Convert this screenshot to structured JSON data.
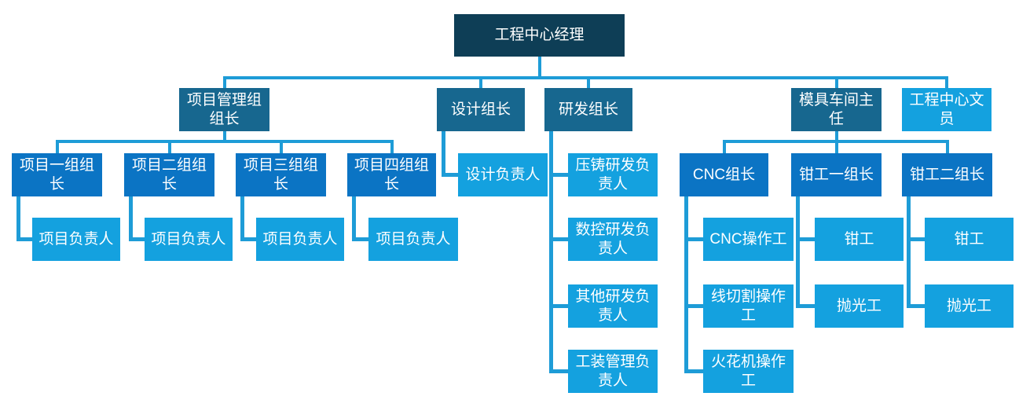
{
  "org_chart": {
    "palette": {
      "level1_fill": "#0e3e56",
      "level2_fill": "#17678f",
      "level3_fill": "#0b74c4",
      "leaf_fill": "#14a1df",
      "connector": "#1e9cd7",
      "text": "#ffffff",
      "background": "#ffffff"
    },
    "nodes": [
      {
        "id": "manager",
        "label": "工程中心经理",
        "parent": null,
        "role": "level1"
      },
      {
        "id": "pm_lead",
        "label": "项目管理组组长",
        "parent": "manager",
        "role": "level2"
      },
      {
        "id": "design_lead",
        "label": "设计组长",
        "parent": "manager",
        "role": "level2"
      },
      {
        "id": "rd_lead",
        "label": "研发组长",
        "parent": "manager",
        "role": "level2"
      },
      {
        "id": "mold_director",
        "label": "模具车间主任",
        "parent": "manager",
        "role": "level2"
      },
      {
        "id": "clerk",
        "label": "工程中心文员",
        "parent": "manager",
        "role": "leaf"
      },
      {
        "id": "p1_lead",
        "label": "项目一组组长",
        "parent": "pm_lead",
        "role": "level3"
      },
      {
        "id": "p2_lead",
        "label": "项目二组组长",
        "parent": "pm_lead",
        "role": "level3"
      },
      {
        "id": "p3_lead",
        "label": "项目三组组长",
        "parent": "pm_lead",
        "role": "level3"
      },
      {
        "id": "p4_lead",
        "label": "项目四组组长",
        "parent": "pm_lead",
        "role": "level3"
      },
      {
        "id": "p1_member",
        "label": "项目负责人",
        "parent": "p1_lead",
        "role": "leaf"
      },
      {
        "id": "p2_member",
        "label": "项目负责人",
        "parent": "p2_lead",
        "role": "leaf"
      },
      {
        "id": "p3_member",
        "label": "项目负责人",
        "parent": "p3_lead",
        "role": "leaf"
      },
      {
        "id": "p4_member",
        "label": "项目负责人",
        "parent": "p4_lead",
        "role": "leaf"
      },
      {
        "id": "design_member",
        "label": "设计负责人",
        "parent": "design_lead",
        "role": "leaf"
      },
      {
        "id": "rd_diecast",
        "label": "压铸研发负责人",
        "parent": "rd_lead",
        "role": "leaf"
      },
      {
        "id": "rd_cnc",
        "label": "数控研发负责人",
        "parent": "rd_lead",
        "role": "leaf"
      },
      {
        "id": "rd_other",
        "label": "其他研发负责人",
        "parent": "rd_lead",
        "role": "leaf"
      },
      {
        "id": "rd_tooling",
        "label": "工装管理负责人",
        "parent": "rd_lead",
        "role": "leaf"
      },
      {
        "id": "cnc_lead",
        "label": "CNC组长",
        "parent": "mold_director",
        "role": "level3"
      },
      {
        "id": "fitter1_lead",
        "label": "钳工一组长",
        "parent": "mold_director",
        "role": "level3"
      },
      {
        "id": "fitter2_lead",
        "label": "钳工二组长",
        "parent": "mold_director",
        "role": "level3"
      },
      {
        "id": "cnc_op",
        "label": "CNC操作工",
        "parent": "cnc_lead",
        "role": "leaf"
      },
      {
        "id": "wirecut_op",
        "label": "线切割操作工",
        "parent": "cnc_lead",
        "role": "leaf"
      },
      {
        "id": "spark_op",
        "label": "火花机操作工",
        "parent": "cnc_lead",
        "role": "leaf"
      },
      {
        "id": "fitter1_worker",
        "label": "钳工",
        "parent": "fitter1_lead",
        "role": "leaf"
      },
      {
        "id": "polisher1",
        "label": "抛光工",
        "parent": "fitter1_lead",
        "role": "leaf"
      },
      {
        "id": "fitter2_worker",
        "label": "钳工",
        "parent": "fitter2_lead",
        "role": "leaf"
      },
      {
        "id": "polisher2",
        "label": "抛光工",
        "parent": "fitter2_lead",
        "role": "leaf"
      }
    ]
  }
}
